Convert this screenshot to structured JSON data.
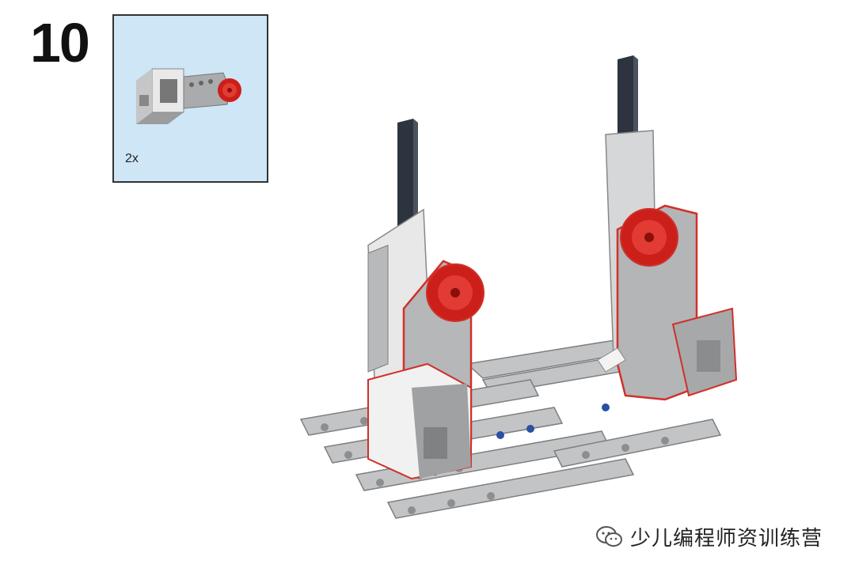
{
  "step": {
    "number": "10"
  },
  "parts_callout": {
    "quantity": "2x",
    "part_icon": "large-motor-icon"
  },
  "watermark": {
    "icon": "wechat-icon",
    "text": "少儿编程师资训练营"
  },
  "colors": {
    "callout_bg": "#cfe6f7",
    "motor_red": "#cc1f1a",
    "beam_gray": "#b9bbbd",
    "highlight_outline": "#d0302a"
  }
}
